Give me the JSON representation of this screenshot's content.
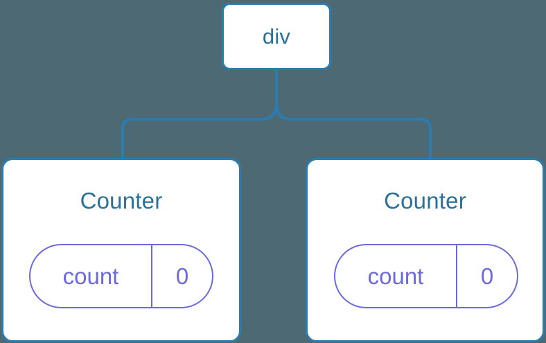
{
  "diagram": {
    "type": "component-tree",
    "background_color": "#4d6a74",
    "node_border_color": "#2b7cb0",
    "node_title_color": "#2b7098",
    "state_accent_color": "#6a6ada",
    "edge_color": "#2b7cb0",
    "root": {
      "label": "div"
    },
    "children": [
      {
        "label": "Counter",
        "state": {
          "key": "count",
          "value": "0"
        }
      },
      {
        "label": "Counter",
        "state": {
          "key": "count",
          "value": "0"
        }
      }
    ]
  }
}
